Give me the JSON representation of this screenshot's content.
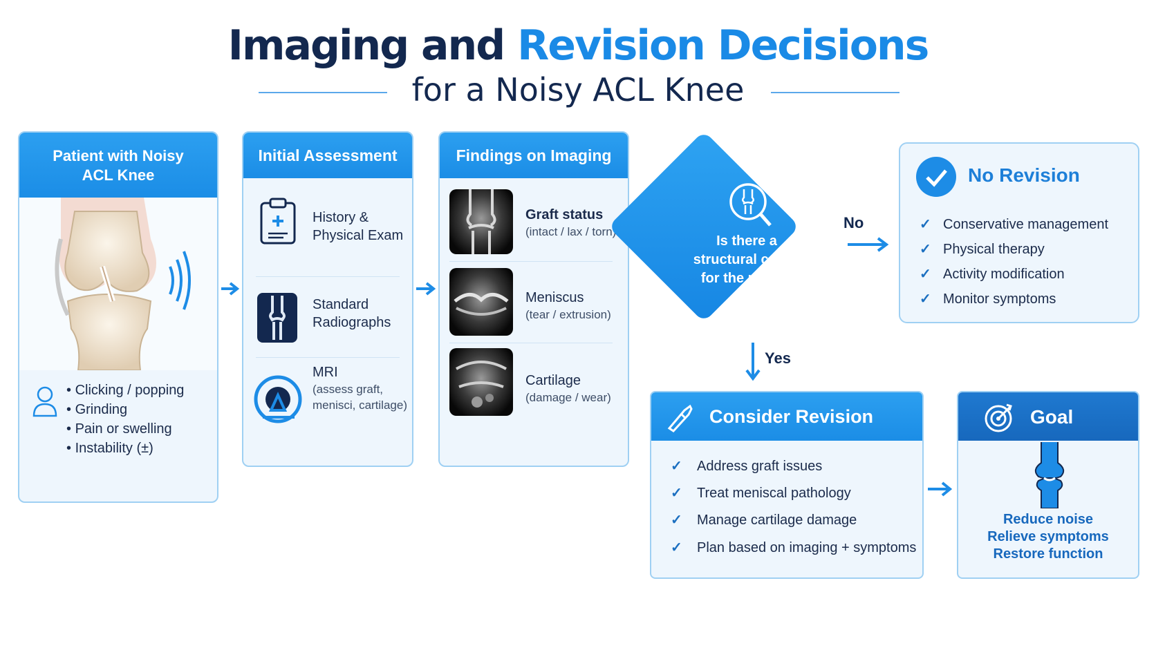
{
  "title": {
    "part1": "Imaging and ",
    "part2": "Revision Decisions",
    "line2": "for a Noisy ACL Knee"
  },
  "patient": {
    "heading": "Patient with Noisy ACL Knee",
    "symptoms": [
      "Clicking / popping",
      "Grinding",
      "Pain or swelling",
      "Instability (±)"
    ]
  },
  "assessment": {
    "heading": "Initial Assessment",
    "items": [
      {
        "title": "History &",
        "title2": "Physical Exam",
        "icon": "clipboard-icon"
      },
      {
        "title": "Standard",
        "title2": "Radiographs",
        "icon": "xray-knee-icon"
      },
      {
        "title": "MRI",
        "sub1": "(assess graft,",
        "sub2": "menisci, cartilage)",
        "icon": "mri-scanner-icon"
      }
    ]
  },
  "findings": {
    "heading": "Findings on Imaging",
    "items": [
      {
        "title": "Graft status",
        "sub": "(intact / lax / torn)"
      },
      {
        "title": "Meniscus",
        "sub": "(tear / extrusion)"
      },
      {
        "title": "Cartilage",
        "sub": "(damage / wear)"
      }
    ]
  },
  "decision": {
    "line1": "Is there a",
    "line2": "structural cause",
    "line3": "for the noise?",
    "no_label": "No",
    "yes_label": "Yes"
  },
  "no_revision": {
    "heading": "No Revision",
    "items": [
      "Conservative management",
      "Physical therapy",
      "Activity modification",
      "Monitor symptoms"
    ]
  },
  "consider_revision": {
    "heading": "Consider Revision",
    "items": [
      "Address graft issues",
      "Treat meniscal pathology",
      "Manage cartilage damage",
      "Plan based on imaging + symptoms"
    ]
  },
  "goal": {
    "heading": "Goal",
    "lines": [
      "Reduce noise",
      "Relieve symptoms",
      "Restore function"
    ]
  },
  "colors": {
    "accent": "#1a8ae6",
    "navy": "#13284f",
    "card_border": "#9fd0f3",
    "card_bg": "#eef6fd"
  }
}
